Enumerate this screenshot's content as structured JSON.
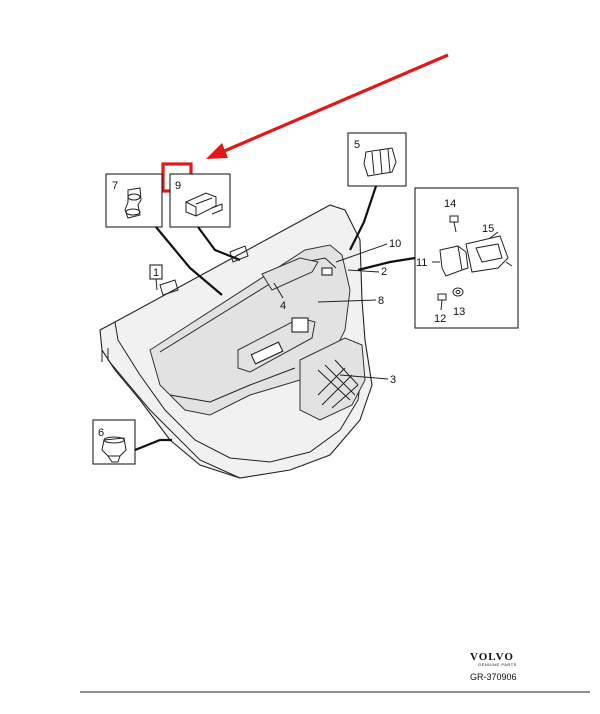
{
  "callouts": {
    "c1": "1",
    "c2": "2",
    "c3": "3",
    "c4": "4",
    "c5": "5",
    "c6": "6",
    "c7": "7",
    "c8": "8",
    "c9": "9",
    "c10": "10",
    "c11": "11",
    "c12": "12",
    "c13": "13",
    "c14": "14",
    "c15": "15"
  },
  "footer": {
    "brand": "VOLVO",
    "brand_sub": "GENUINE PARTS",
    "code": "GR-370906"
  },
  "colors": {
    "highlight": "#e01818",
    "line": "#222222"
  }
}
